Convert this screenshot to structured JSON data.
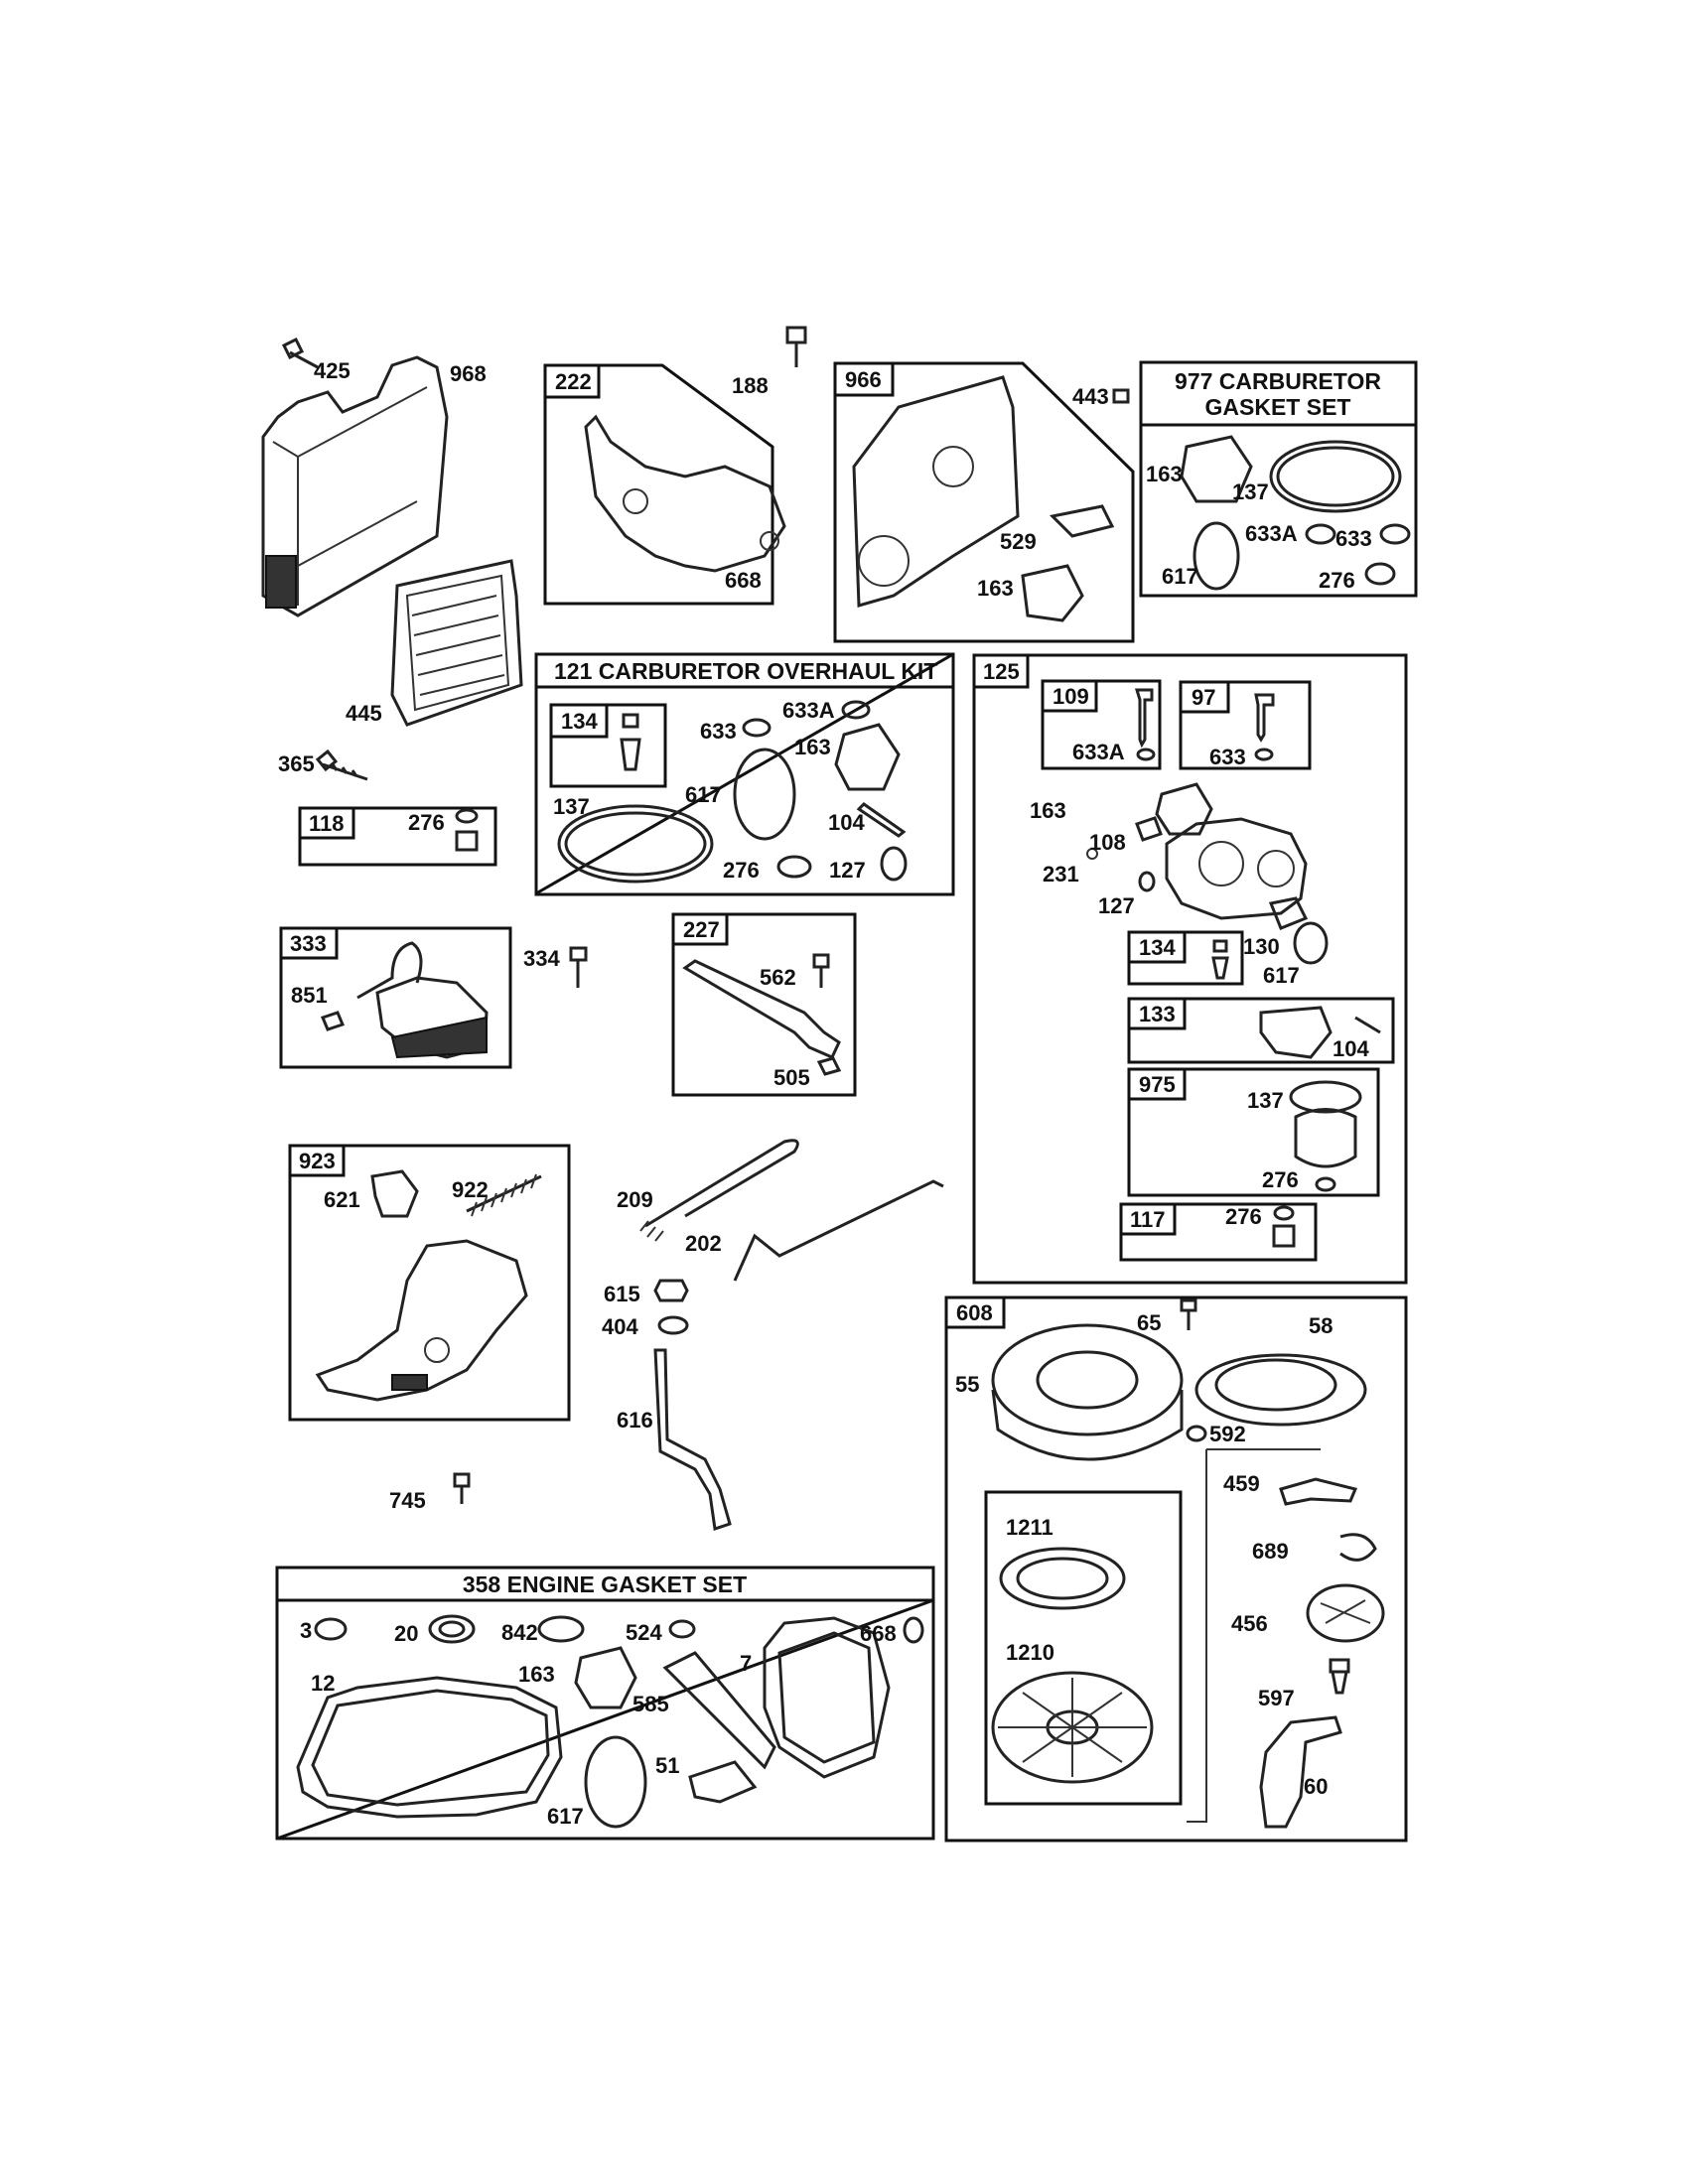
{
  "kits": {
    "carb_gasket_title_1": "977 CARBURETOR",
    "carb_gasket_title_2": "GASKET SET",
    "carb_overhaul_title": "121 CARBURETOR OVERHAUL KIT",
    "engine_gasket_title": "358 ENGINE GASKET SET"
  },
  "boxes": {
    "b222": "222",
    "b966": "966",
    "b134a": "134",
    "b118": "118",
    "b125": "125",
    "b109": "109",
    "b97": "97",
    "b333": "333",
    "b227": "227",
    "b134b": "134",
    "b133": "133",
    "b975": "975",
    "b117": "117",
    "b923": "923",
    "b608": "608"
  },
  "parts": {
    "p425": "425",
    "p968": "968",
    "p445": "445",
    "p365": "365",
    "p188": "188",
    "p668a": "668",
    "p443": "443",
    "p529": "529",
    "p163a": "163",
    "p163b": "163",
    "p137a": "137",
    "p633a1": "633A",
    "p633_1": "633",
    "p617a": "617",
    "p276a": "276",
    "p633_2": "633",
    "p633a2": "633A",
    "p163c": "163",
    "p137b": "137",
    "p617b": "617",
    "p104a": "104",
    "p276b": "276",
    "p127a": "127",
    "p276c": "276",
    "p633a3": "633A",
    "p633_3": "633",
    "p163d": "163",
    "p108": "108",
    "p231": "231",
    "p127b": "127",
    "p130": "130",
    "p617c": "617",
    "p104b": "104",
    "p137c": "137",
    "p276d": "276",
    "p276e": "276",
    "p851": "851",
    "p334": "334",
    "p562": "562",
    "p505": "505",
    "p621": "621",
    "p922": "922",
    "p209": "209",
    "p202": "202",
    "p615": "615",
    "p404": "404",
    "p616": "616",
    "p745": "745",
    "p65": "65",
    "p58": "58",
    "p55": "55",
    "p592": "592",
    "p459": "459",
    "p689": "689",
    "p1211": "1211",
    "p1210": "1210",
    "p456": "456",
    "p597": "597",
    "p60": "60",
    "p3": "3",
    "p20": "20",
    "p842": "842",
    "p524": "524",
    "p668b": "668",
    "p7": "7",
    "p12": "12",
    "p163e": "163",
    "p585": "585",
    "p51": "51",
    "p617d": "617"
  }
}
